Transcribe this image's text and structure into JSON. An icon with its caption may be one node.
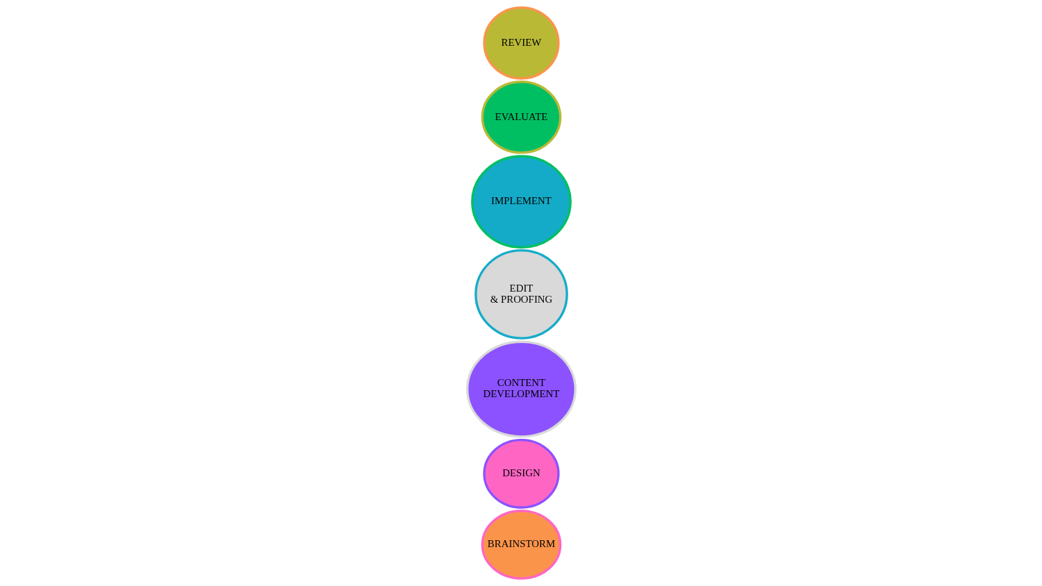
{
  "diagram": {
    "nodes": [
      {
        "text": [
          "BRAINSTORM"
        ]
      },
      {
        "text": [
          "DESIGN"
        ]
      },
      {
        "text": [
          "CONTENT DEVELOPMENT"
        ]
      },
      {
        "text": [
          "EDIT & PROOFING"
        ]
      },
      {
        "text": [
          "IMPLEMENT"
        ]
      },
      {
        "text": [
          "EVALUATE"
        ]
      },
      {
        "text": [
          "REVIEW"
        ]
      }
    ]
  }
}
